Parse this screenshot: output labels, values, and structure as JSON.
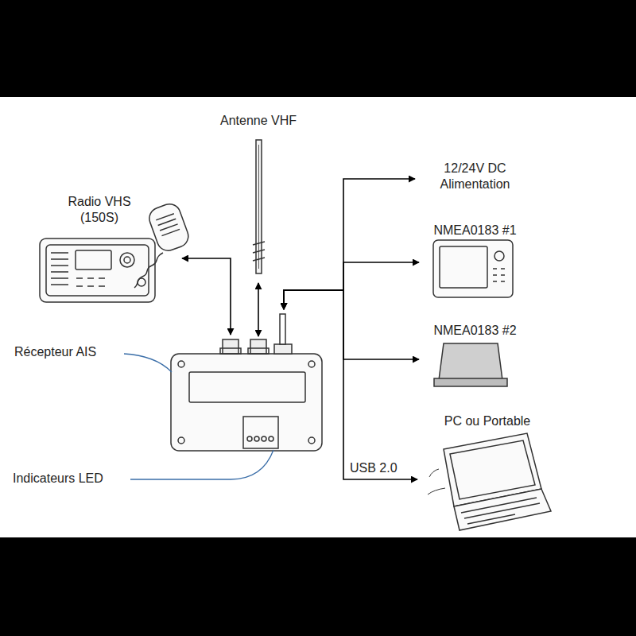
{
  "diagram": {
    "nodes": [
      {
        "text": [
          "Antenne VHF"
        ]
      },
      {
        "text": [
          "Radio VHS (150S)"
        ]
      },
      {
        "text": [
          "Récepteur AIS"
        ]
      },
      {
        "text": [
          "12/24V DC Alimentation"
        ]
      },
      {
        "text": [
          "NMEA0183 #1"
        ]
      },
      {
        "text": [
          "NMEA0183 #2"
        ]
      },
      {
        "text": [
          "PC ou Portable"
        ]
      }
    ],
    "edges": [
      {
        "from": 1,
        "to": 2,
        "arrow": "both"
      },
      {
        "from": 0,
        "to": 2,
        "arrow": "both"
      },
      {
        "from": 2,
        "to": 3,
        "arrow": "both"
      },
      {
        "from": 2,
        "to": 4,
        "arrow": "both"
      },
      {
        "from": 2,
        "to": 5,
        "arrow": "both"
      },
      {
        "from": 2,
        "to": 6,
        "label": "USB 2.0",
        "arrow": "both"
      }
    ],
    "labels": [
      "Indicateurs LED"
    ]
  }
}
